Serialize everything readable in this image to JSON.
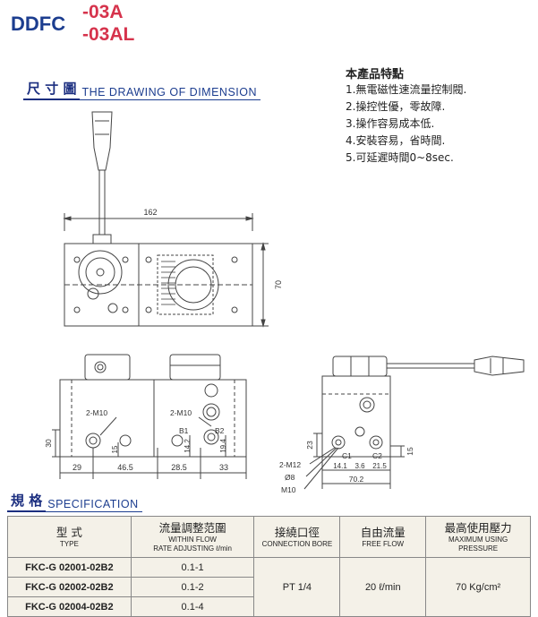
{
  "header": {
    "model": "DDFC",
    "suffix1": "-03A",
    "suffix2": "-03AL"
  },
  "drawing_section": {
    "cn": "尺 寸 圖",
    "en": "THE DRAWING OF DIMENSION"
  },
  "features": {
    "title": "本產品特點",
    "items": [
      "1.無電磁性速流量控制閥.",
      "2.操控性優，零故障.",
      "3.操作容易成本低.",
      "4.安裝容易，省時間.",
      "5.可延遲時間0~8sec."
    ]
  },
  "dimensions": {
    "top_width": "162",
    "top_height": "70",
    "front_2m10_left": "2-M10",
    "front_2m10_right": "2-M10",
    "b1": "B1",
    "b2": "B2",
    "h30": "30",
    "h15": "15",
    "h142": "14.2",
    "h194": "19.4",
    "w29": "29",
    "w465": "46.5",
    "w285": "28.5",
    "w33": "33",
    "side_23": "23",
    "side_15": "15",
    "c1": "C1",
    "c2": "C2",
    "m12": "2-M12",
    "phi8": "Ø8",
    "m10": "M10",
    "s141": "14.1",
    "s36": "3.6",
    "s215": "21.5",
    "s702": "70.2"
  },
  "spec_section": {
    "cn": "規  格",
    "en": "SPECIFICATION"
  },
  "spec_table": {
    "headers": [
      {
        "cn": "型 式",
        "en": "TYPE"
      },
      {
        "cn": "流量調整范圍",
        "en": "WITHIN FLOW",
        "en2": "RATE ADJUSTING  ℓ/min"
      },
      {
        "cn": "接繞口徑",
        "en": "CONNECTION BORE"
      },
      {
        "cn": "自由流量",
        "en": "FREE FLOW"
      },
      {
        "cn": "最高使用壓力",
        "en": "MAXIMUM USING",
        "en2": "PRESSURE"
      }
    ],
    "rows": [
      {
        "type": "FKC-G 02001-02B2",
        "range": "0.1-1"
      },
      {
        "type": "FKC-G 02002-02B2",
        "range": "0.1-2"
      },
      {
        "type": "FKC-G 02004-02B2",
        "range": "0.1-4"
      }
    ],
    "bore": "PT 1/4",
    "free_flow": "20 ℓ/min",
    "pressure": "70 Kg/cm²"
  }
}
